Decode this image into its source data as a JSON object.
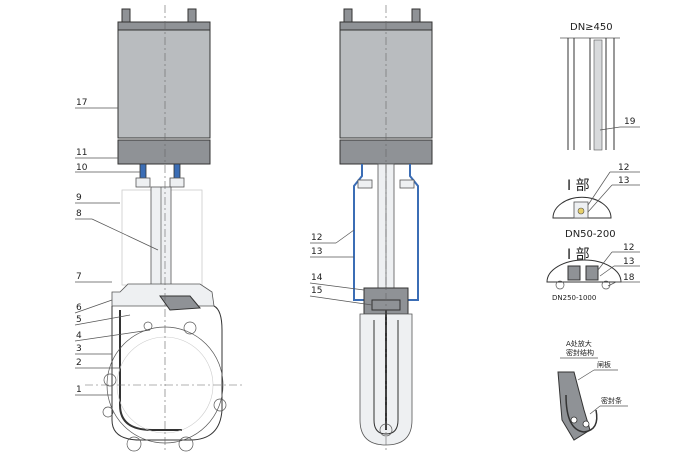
{
  "leaders_left": [
    "17",
    "11",
    "10",
    "9",
    "8",
    "7",
    "6",
    "5",
    "4",
    "3",
    "2",
    "1"
  ],
  "leaders_mid": [
    "12",
    "13",
    "14",
    "15"
  ],
  "detail_top": {
    "label": "DN≥450",
    "num": "19"
  },
  "detail_i1": {
    "label": "I 部",
    "nums": [
      "12",
      "13"
    ]
  },
  "detail_i2": {
    "size": "DN50-200",
    "label": "I 部",
    "nums": [
      "12",
      "13",
      "18"
    ],
    "caption": "DN250-1000"
  },
  "detail_seal": {
    "title_line1": "A处放大",
    "title_line2": "密封结构",
    "gate": "闸板",
    "seal": "密封条"
  }
}
